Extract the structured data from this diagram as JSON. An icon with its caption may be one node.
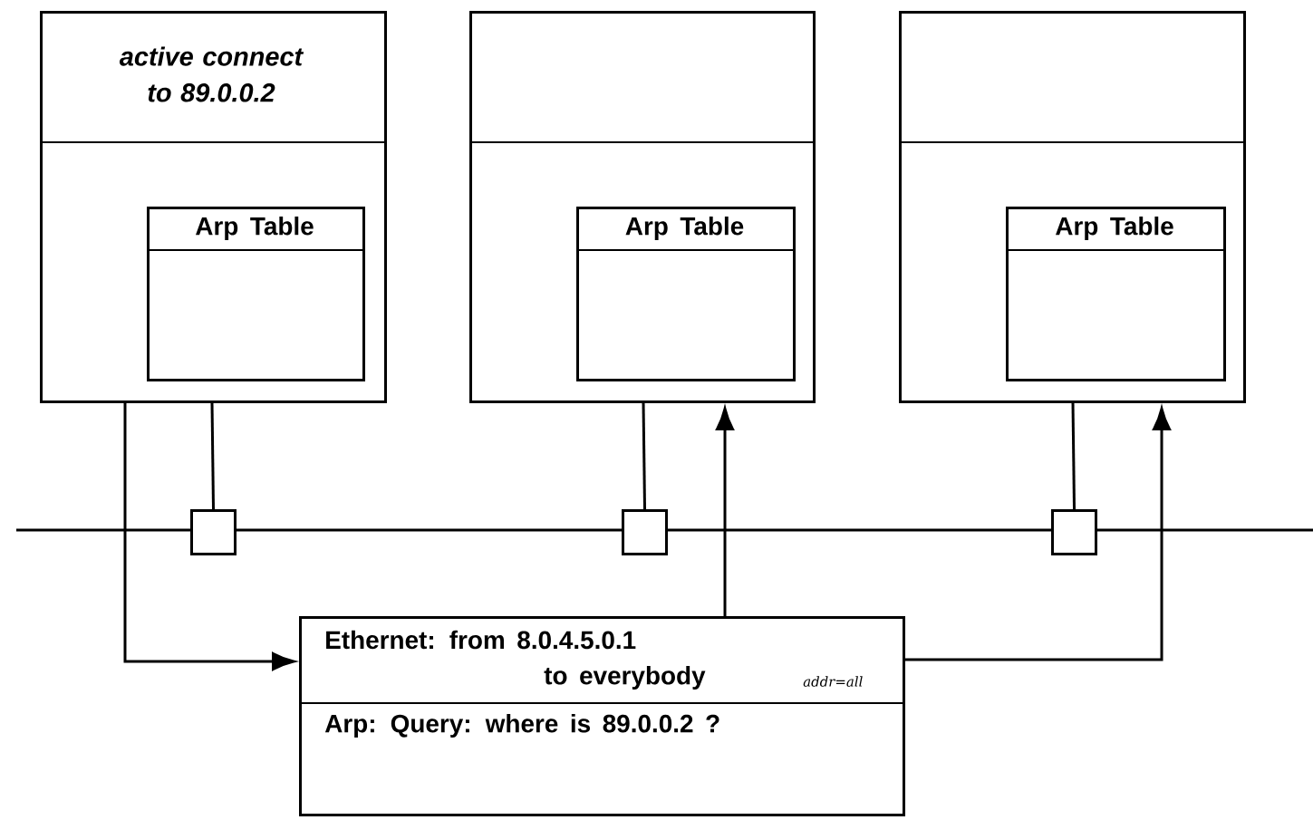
{
  "diagram": {
    "nodes": [
      {
        "text": [
          "active connect to 89.0.0.2"
        ]
      },
      {
        "text": [
          "Arp Table"
        ],
        "in": 0
      },
      {
        "text": [],
        "shape": "box"
      },
      {
        "text": [
          "Arp Table"
        ],
        "in": 2
      },
      {
        "text": [],
        "shape": "box"
      },
      {
        "text": [
          "Arp Table"
        ],
        "in": 4
      },
      {
        "text": [],
        "shape": "box"
      },
      {
        "text": [],
        "shape": "box"
      },
      {
        "text": [],
        "shape": "box"
      },
      {
        "text": [
          "Ethernet: from 8.0.4.5.0.1",
          "to everybody",
          "addr=all",
          "Arp: Query: where is 89.0.0.2 ?"
        ]
      }
    ],
    "edges": [
      {
        "from": 0,
        "to": 6,
        "arrow": "none"
      },
      {
        "from": 2,
        "to": 7,
        "arrow": "none"
      },
      {
        "from": 4,
        "to": 8,
        "arrow": "none"
      },
      {
        "from": 0,
        "to": 9,
        "arrow": "to"
      },
      {
        "from": 9,
        "to": 2,
        "arrow": "to"
      },
      {
        "from": 9,
        "to": 4,
        "arrow": "to"
      }
    ]
  }
}
